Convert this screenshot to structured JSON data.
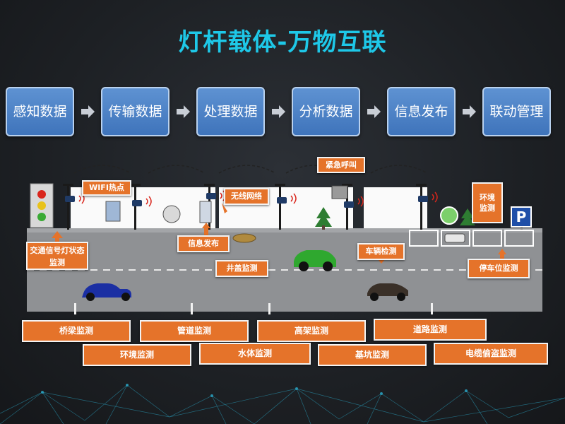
{
  "title": "灯杆载体-万物互联",
  "flow_steps": [
    "感知数据",
    "传输数据",
    "处理数据",
    "分析数据",
    "信息发布",
    "联动管理"
  ],
  "scene_labels": {
    "traffic_light": "交通信号灯状态监测",
    "wifi": "WIFI热点",
    "info_release": "信息发布",
    "wireless": "无线网络",
    "manhole": "井盖监测",
    "emergency": "紧急呼叫",
    "vehicle": "车辆检测",
    "environment": "环境监测",
    "parking": "停车位监测"
  },
  "parking_sign": "P",
  "monitor_top": [
    "桥梁监测",
    "管道监测",
    "高架监测",
    "道路监测"
  ],
  "monitor_bottom": [
    "环境监测",
    "水体监测",
    "基坑监测",
    "电缆偷盗监测"
  ],
  "colors": {
    "title": "#1ec8e8",
    "flow_box": "#4a80c6",
    "label": "#e5732a",
    "road": "#8f9194"
  }
}
